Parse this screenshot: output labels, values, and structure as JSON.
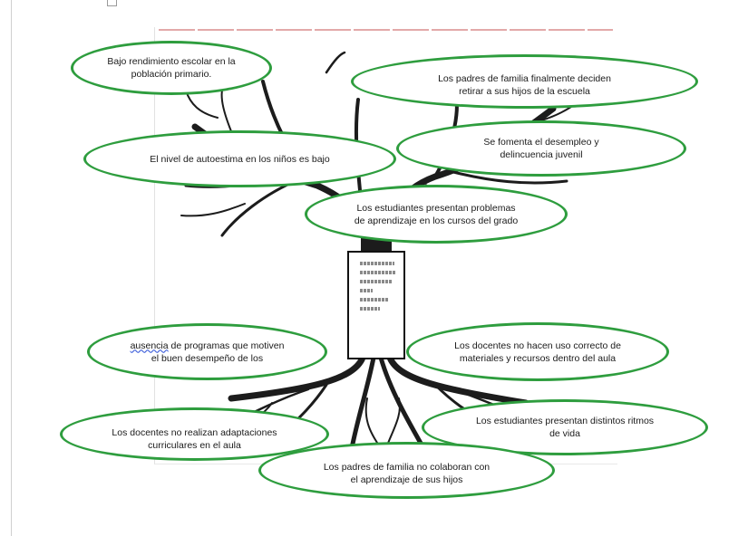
{
  "ovals": {
    "bajo_rendimiento": "Bajo rendimiento escolar en la población primario.",
    "padres_retiran": "Los padres de familia finalmente deciden retirar a sus hijos de la escuela",
    "autoestima": "El nivel de autoestima en los niños es bajo",
    "desempleo": "Se fomenta el desempleo y delincuencia juvenil",
    "problema_central": "Los estudiantes presentan problemas de aprendizaje en los cursos del grado",
    "ausencia_prefix": "ausencia",
    "ausencia_rest": " de programas que motiven el buen desempeño de los",
    "materiales": "Los docentes no hacen uso correcto de materiales y recursos dentro del aula",
    "adaptaciones": "Los docentes no realizan adaptaciones curriculares en el aula",
    "ritmos": "Los estudiantes presentan distintos ritmos de vida",
    "padres_colaboran": "Los padres de familia no colaboran con el aprendizaje de sus hijos"
  },
  "colors": {
    "oval_border": "#2e9d3e",
    "tree": "#1c1c1c",
    "spellcheck_underline": "#3a5bd9"
  }
}
